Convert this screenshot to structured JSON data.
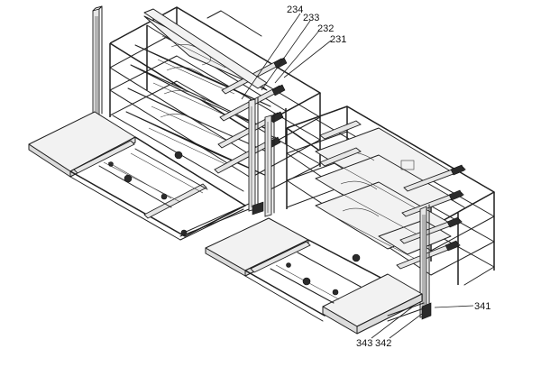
{
  "labels": {
    "l234": "234",
    "l233": "233",
    "l232": "232",
    "l231": "231",
    "l341": "341",
    "l343": "343",
    "l342": "342"
  },
  "line_color": "#1f1f1f",
  "background_color": "#ffffff"
}
